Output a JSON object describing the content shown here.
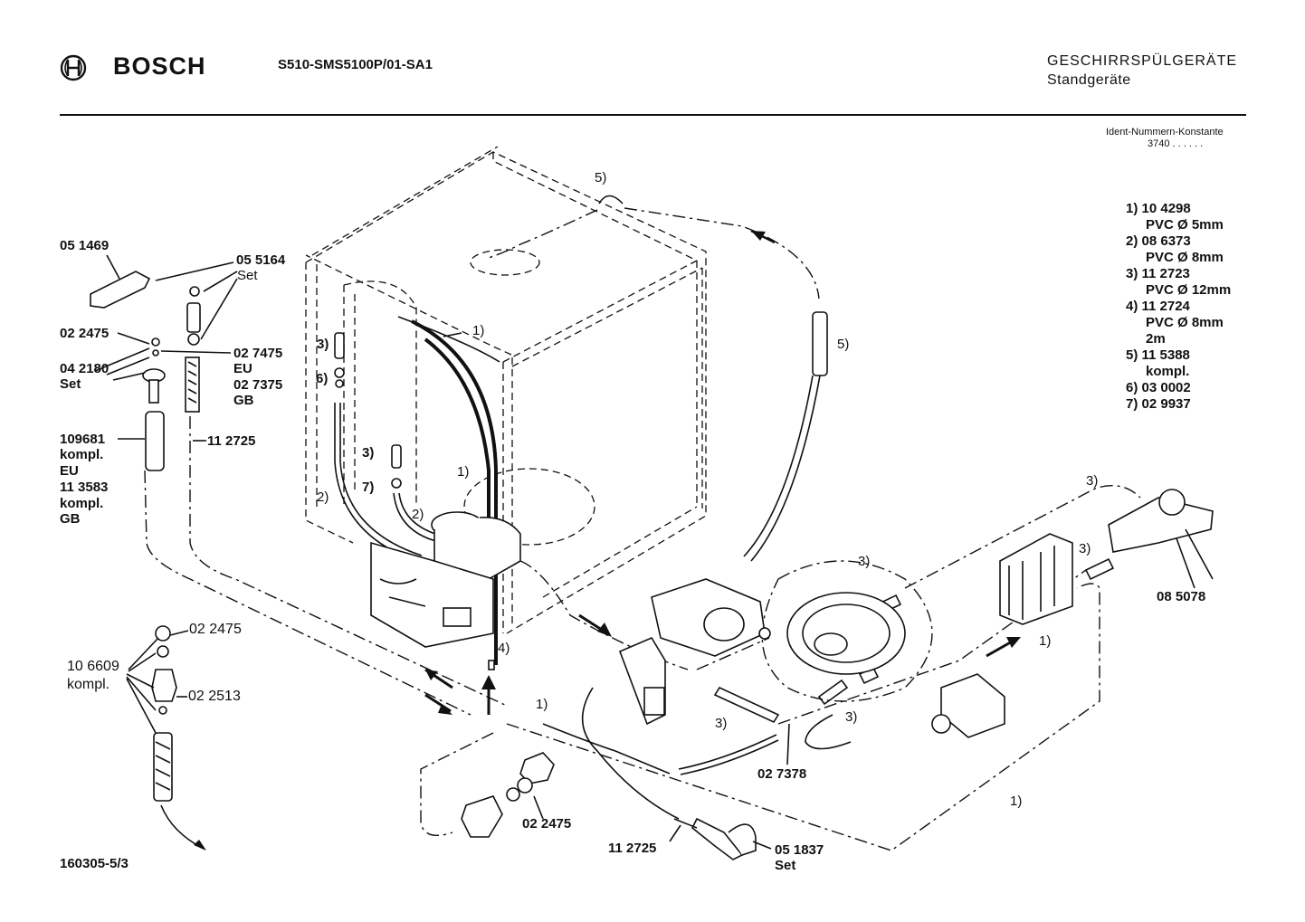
{
  "header": {
    "brand": "BOSCH",
    "model": "S510-SMS5100P/01-SA1",
    "category": "GESCHIRRSPÜLGERÄTE",
    "subcategory": "Standgeräte",
    "ident_label": "Ident-Nummern-Konstante",
    "ident_value": "3740  . .  . . . ."
  },
  "legend": [
    {
      "line1": "1) 10 4298",
      "line2": "PVC Ø 5mm"
    },
    {
      "line1": "2) 08 6373",
      "line2": "PVC Ø 8mm"
    },
    {
      "line1": "3) 11 2723",
      "line2": "PVC Ø 12mm"
    },
    {
      "line1": "4) 11 2724",
      "line2": "PVC Ø 8mm",
      "line3": "2m"
    },
    {
      "line1": "5) 11 5388",
      "line2": "kompl."
    },
    {
      "line1": "6) 03 0002"
    },
    {
      "line1": "7) 02 9937"
    }
  ],
  "parts_left": {
    "p051469": "05 1469",
    "p055164": "05 5164",
    "p055164_set": "Set",
    "p022475a": "02 2475",
    "p027475": "02 7475",
    "p027475_eu": "EU",
    "p027375": "02 7375",
    "p027375_gb": "GB",
    "p042180": "04 2180",
    "p042180_set": "Set",
    "p109681": "109681",
    "p109681_k": "kompl.",
    "p109681_eu": "EU",
    "p113583": "11 3583",
    "p113583_k": "kompl.",
    "p113583_gb": "GB",
    "p112725a": "11 2725",
    "p106609": "10 6609",
    "p106609_k": "kompl.",
    "p022475b": "02 2475",
    "p022513": "02 2513"
  },
  "parts_main": {
    "c5top": "5)",
    "c5right": "5)",
    "c1top": "1)",
    "c3a": "3)",
    "c6": "6)",
    "c3b": "3)",
    "c1mid": "1)",
    "c7": "7)",
    "c2a": "2)",
    "c2b": "2)",
    "c4": "4)",
    "c3c": "3)",
    "c3d": "3)",
    "c3e": "3)",
    "c3f": "3)",
    "c3g": "3)",
    "c1c": "1)",
    "c1d": "1)",
    "c1e": "1)",
    "p085078": "08 5078",
    "p027378": "02 7378",
    "p022475c": "02 2475",
    "p112725b": "11 2725",
    "p051837": "05 1837",
    "p051837_set": "Set"
  },
  "footer": {
    "drawing_no": "160305-5/3"
  }
}
